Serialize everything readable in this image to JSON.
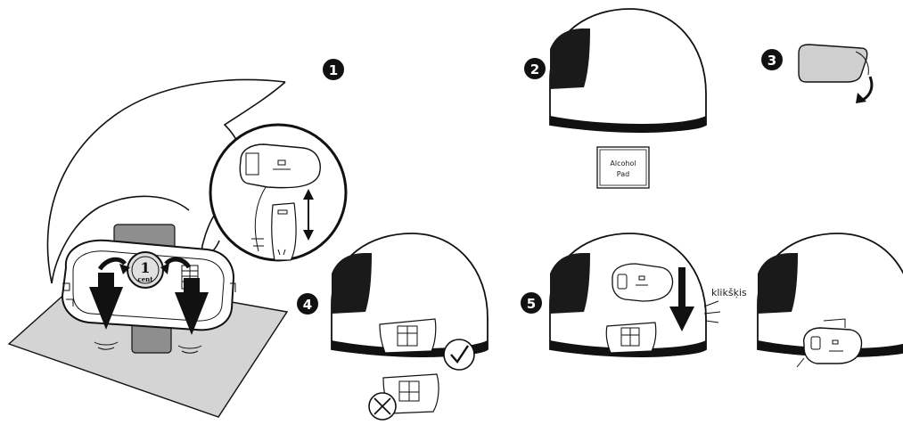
{
  "steps": [
    {
      "number": "1"
    },
    {
      "number": "2"
    },
    {
      "number": "3"
    },
    {
      "number": "4"
    },
    {
      "number": "5"
    }
  ],
  "coin": {
    "value": "1",
    "unit": "cent"
  },
  "alcohol_pad": {
    "line1": "Alcohol",
    "line2": "Pad"
  },
  "click_sound": "klikšķis",
  "colors": {
    "ink": "#111111",
    "visor": "#1a1a1a",
    "paper": "#d4d4d4",
    "pad": "#8e8e8e",
    "pad_light": "#cfcfcf"
  },
  "icons": [
    "hand-icon",
    "check-icon",
    "cross-icon",
    "arrow-down-icon",
    "double-arrow-icon",
    "curved-arrow-icon"
  ]
}
